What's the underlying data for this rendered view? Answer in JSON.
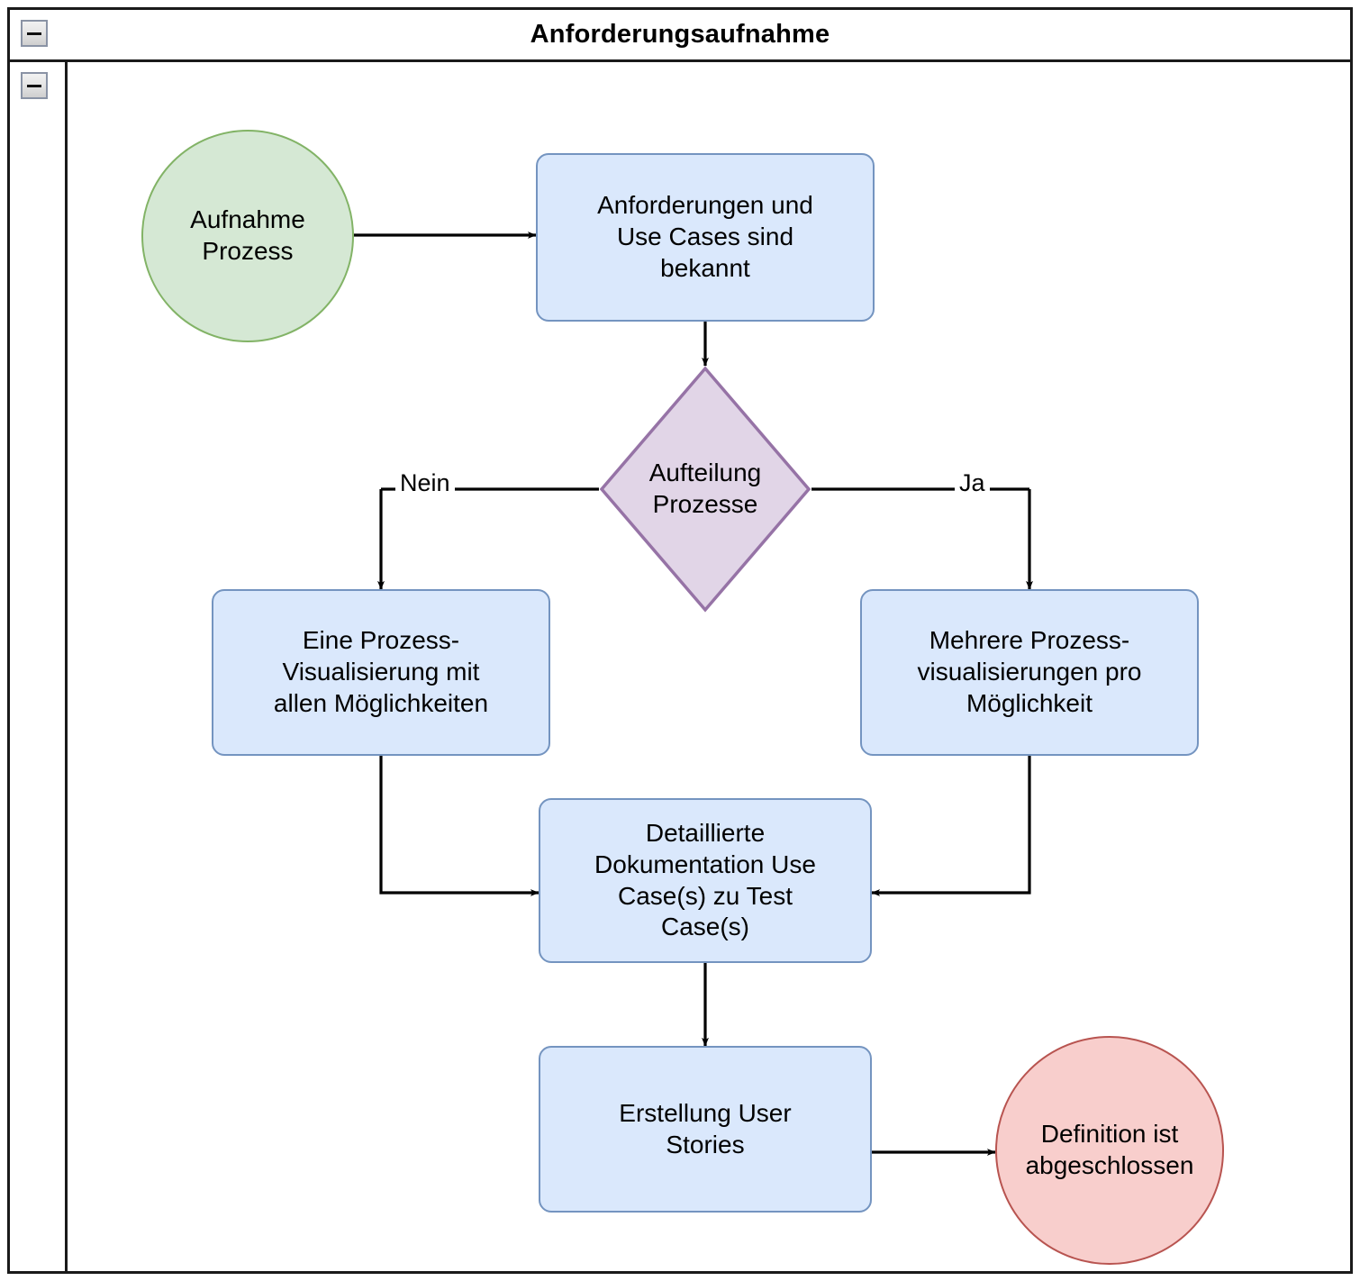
{
  "lane": {
    "title": "Anforderungsaufnahme",
    "collapse_lane_icon": "minus-icon",
    "collapse_pool_icon": "minus-icon"
  },
  "diagram": {
    "type": "flowchart",
    "nodes": [
      {
        "id": "start",
        "shape": "circle",
        "role": "start-event",
        "label": "Aufnahme\nProzess",
        "fill": "#d5e8d4",
        "stroke": "#82b366"
      },
      {
        "id": "requirements-known",
        "shape": "rounded-rect",
        "role": "task",
        "label": "Anforderungen und\nUse Cases sind\nbekannt",
        "fill": "#dae8fc",
        "stroke": "#7494c0"
      },
      {
        "id": "split-processes",
        "shape": "diamond",
        "role": "decision",
        "label": "Aufteilung\nProzesse",
        "fill": "#e1d5e7",
        "stroke": "#9673a6"
      },
      {
        "id": "single-visualisation",
        "shape": "rounded-rect",
        "role": "task",
        "label": "Eine Prozess-\nVisualisierung mit\nallen Möglichkeiten",
        "fill": "#dae8fc",
        "stroke": "#7494c0"
      },
      {
        "id": "multiple-visualisations",
        "shape": "rounded-rect",
        "role": "task",
        "label": "Mehrere Prozess-\nvisualisierungen pro\nMöglichkeit",
        "fill": "#dae8fc",
        "stroke": "#7494c0"
      },
      {
        "id": "detailed-documentation",
        "shape": "rounded-rect",
        "role": "task",
        "label": "Detaillierte\nDokumentation Use\nCase(s) zu Test\nCase(s)",
        "fill": "#dae8fc",
        "stroke": "#7494c0"
      },
      {
        "id": "create-user-stories",
        "shape": "rounded-rect",
        "role": "task",
        "label": "Erstellung User\nStories",
        "fill": "#dae8fc",
        "stroke": "#7494c0"
      },
      {
        "id": "definition-complete",
        "shape": "circle",
        "role": "end-event",
        "label": "Definition ist\nabgeschlossen",
        "fill": "#f8cecc",
        "stroke": "#b85450"
      }
    ],
    "edges": [
      {
        "from": "start",
        "to": "requirements-known",
        "label": ""
      },
      {
        "from": "requirements-known",
        "to": "split-processes",
        "label": ""
      },
      {
        "from": "split-processes",
        "to": "single-visualisation",
        "label": "Nein"
      },
      {
        "from": "split-processes",
        "to": "multiple-visualisations",
        "label": "Ja"
      },
      {
        "from": "single-visualisation",
        "to": "detailed-documentation",
        "label": ""
      },
      {
        "from": "multiple-visualisations",
        "to": "detailed-documentation",
        "label": ""
      },
      {
        "from": "detailed-documentation",
        "to": "create-user-stories",
        "label": ""
      },
      {
        "from": "create-user-stories",
        "to": "definition-complete",
        "label": ""
      }
    ],
    "edge_labels": {
      "no": "Nein",
      "yes": "Ja"
    },
    "colors": {
      "edge_stroke": "#000000",
      "frame_stroke": "#1a1a1a",
      "canvas_background": "#ffffff"
    }
  }
}
